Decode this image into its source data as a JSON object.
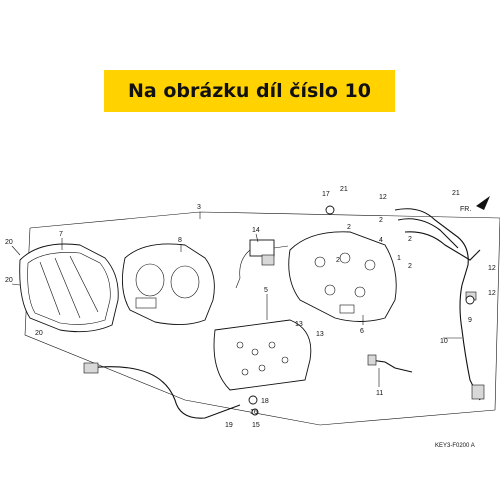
{
  "banner": {
    "text": "Na obrázku díl číslo 10"
  },
  "diagram": {
    "direction_marker": "FR.",
    "drawing_code": "KEY3-F0200 A",
    "callouts": {
      "c1": "1",
      "c2a": "2",
      "c2b": "2",
      "c2c": "2",
      "c2d": "2",
      "c2e": "2",
      "c3": "3",
      "c4": "4",
      "c5": "5",
      "c6": "6",
      "c7": "7",
      "c8": "8",
      "c9": "9",
      "c10": "10",
      "c11": "11",
      "c12a": "12",
      "c12b": "12",
      "c12c": "12",
      "c13a": "13",
      "c13b": "13",
      "c14": "14",
      "c15": "15",
      "c16": "16",
      "c17": "17",
      "c18": "18",
      "c19": "19",
      "c20a": "20",
      "c20b": "20",
      "c20c": "20",
      "c21a": "21",
      "c21b": "21"
    }
  }
}
